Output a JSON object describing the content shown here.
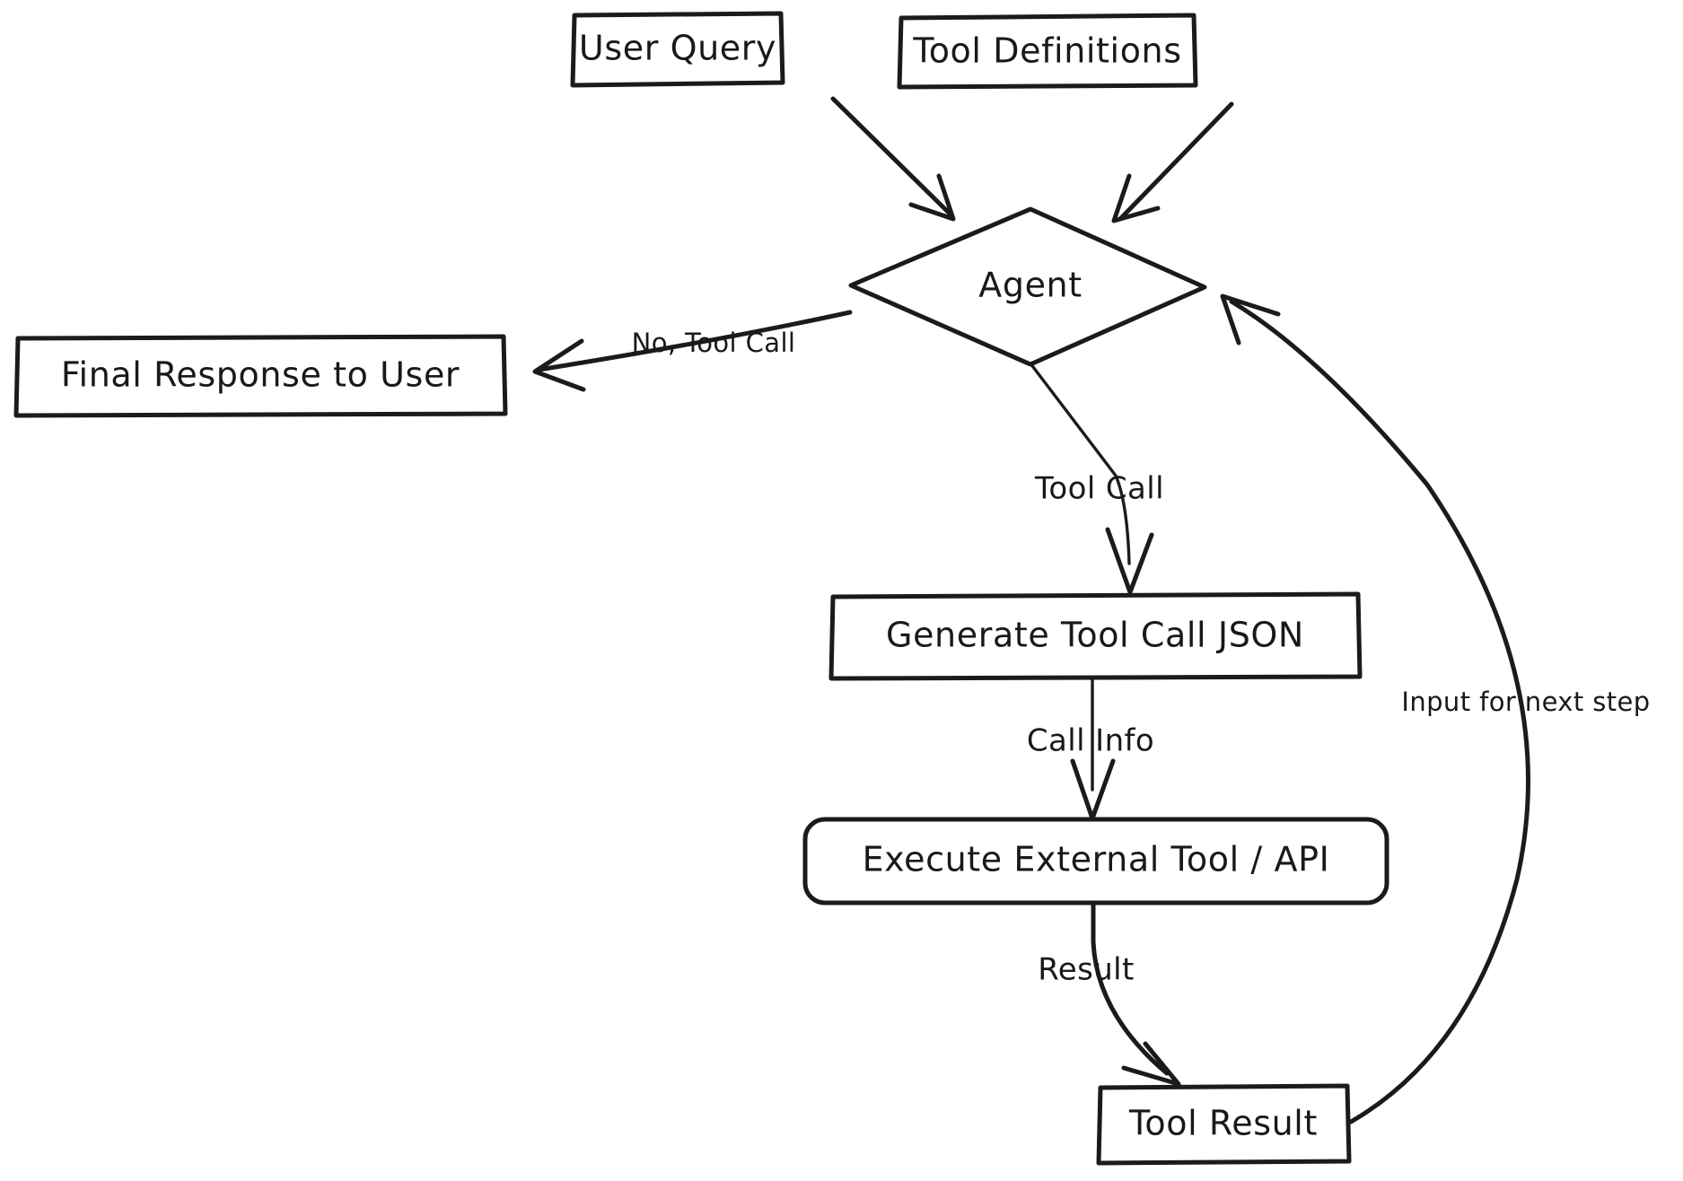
{
  "diagram": {
    "title": "Agent tool-calling loop flowchart",
    "style": "hand-drawn sketch",
    "background_color": "#ffffff",
    "stroke_color": "#1b1b1b",
    "text_color": "#16191d",
    "nodes": [
      {
        "id": "user-query",
        "label": "User Query",
        "shape": "rectangle"
      },
      {
        "id": "tool-definitions",
        "label": "Tool Definitions",
        "shape": "rectangle"
      },
      {
        "id": "agent",
        "label": "Agent",
        "shape": "diamond"
      },
      {
        "id": "final-response",
        "label": "Final Response to User",
        "shape": "rectangle"
      },
      {
        "id": "generate-json",
        "label": "Generate Tool Call JSON",
        "shape": "rectangle"
      },
      {
        "id": "execute-tool",
        "label": "Execute External Tool / API",
        "shape": "rounded-rectangle"
      },
      {
        "id": "tool-result",
        "label": "Tool Result",
        "shape": "rectangle"
      }
    ],
    "edges": [
      {
        "id": "user-query-to-agent",
        "from": "user-query",
        "to": "agent",
        "label": ""
      },
      {
        "id": "tool-definitions-to-agent",
        "from": "tool-definitions",
        "to": "agent",
        "label": ""
      },
      {
        "id": "agent-to-final-response",
        "from": "agent",
        "to": "final-response",
        "label": "No, Tool Call"
      },
      {
        "id": "agent-to-generate-json",
        "from": "agent",
        "to": "generate-json",
        "label": "Tool Call"
      },
      {
        "id": "generate-json-to-execute",
        "from": "generate-json",
        "to": "execute-tool",
        "label": "Call Info"
      },
      {
        "id": "execute-to-tool-result",
        "from": "execute-tool",
        "to": "tool-result",
        "label": "Result"
      },
      {
        "id": "tool-result-to-agent",
        "from": "tool-result",
        "to": "agent",
        "label": "Input for next step"
      }
    ]
  }
}
